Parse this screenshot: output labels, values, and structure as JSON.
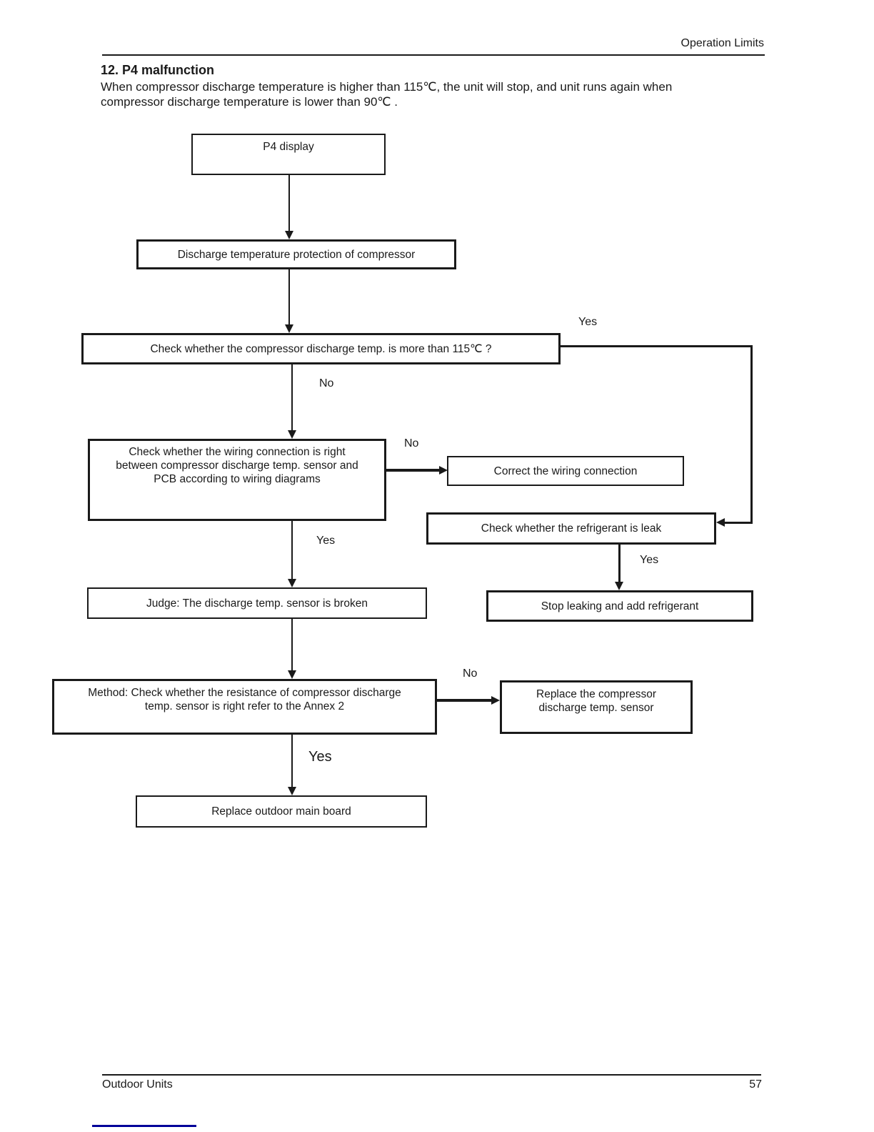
{
  "header": {
    "right_label": "Operation Limits"
  },
  "section": {
    "title": "12. P4 malfunction",
    "body": "When compressor discharge temperature is higher than 115℃, the unit will stop, and unit runs again when\ncompressor discharge temperature is lower than 90℃ ."
  },
  "flowchart": {
    "nodes": [
      {
        "id": "p4-display",
        "text": "P4 display"
      },
      {
        "id": "discharge-protection",
        "text": "Discharge temperature protection of compressor"
      },
      {
        "id": "check-discharge-temp",
        "text": "Check whether the compressor discharge temp. is more than 115℃ ?"
      },
      {
        "id": "check-wiring",
        "text": "Check whether the wiring connection is right\nbetween compressor discharge temp. sensor and\nPCB according to wiring diagrams"
      },
      {
        "id": "correct-wiring",
        "text": "Correct the wiring connection"
      },
      {
        "id": "check-refrigerant-leak",
        "text": "Check whether the refrigerant is leak"
      },
      {
        "id": "judge-sensor-broken",
        "text": "Judge: The discharge temp. sensor is broken"
      },
      {
        "id": "stop-leaking",
        "text": "Stop leaking and add refrigerant"
      },
      {
        "id": "method-check-resistance",
        "text": "Method: Check whether the resistance of compressor discharge\ntemp. sensor is right refer to the Annex 2"
      },
      {
        "id": "replace-sensor",
        "text": "Replace the compressor\ndischarge temp. sensor"
      },
      {
        "id": "replace-main-board",
        "text": "Replace outdoor main board"
      }
    ],
    "edge_labels": [
      {
        "id": "yes-from-temp-check",
        "text": "Yes"
      },
      {
        "id": "no-from-temp-check",
        "text": "No"
      },
      {
        "id": "no-from-wiring-check",
        "text": "No"
      },
      {
        "id": "yes-from-wiring-check",
        "text": "Yes"
      },
      {
        "id": "yes-from-leak-check",
        "text": "Yes"
      },
      {
        "id": "no-from-resistance-check",
        "text": "No"
      },
      {
        "id": "yes-from-resistance-check",
        "text": "Yes"
      }
    ]
  },
  "footer": {
    "left_label": "Outdoor Units",
    "page_number": "57"
  },
  "colors": {
    "ink": "#1a1a1a",
    "accent_line": "#000099"
  }
}
